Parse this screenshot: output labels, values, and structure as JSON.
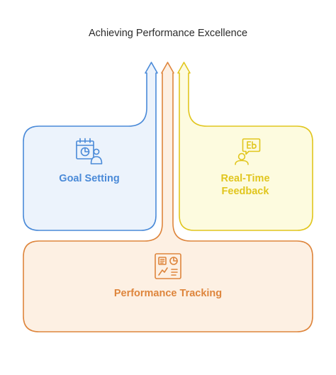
{
  "title": "Achieving Performance Excellence",
  "sections": {
    "goal_setting": {
      "label": "Goal Setting",
      "icon": "calendar-chart-user-icon",
      "color": "#4a8ad8",
      "fill": "#ecf3fc"
    },
    "real_time_feedback": {
      "label_line1": "Real-Time",
      "label_line2": "Feedback",
      "icon": "chat-person-icon",
      "color": "#e1c61e",
      "fill": "#fdfbdf"
    },
    "performance_tracking": {
      "label": "Performance Tracking",
      "icon": "dashboard-icon",
      "color": "#de853c",
      "fill": "#fdf0e3"
    }
  }
}
